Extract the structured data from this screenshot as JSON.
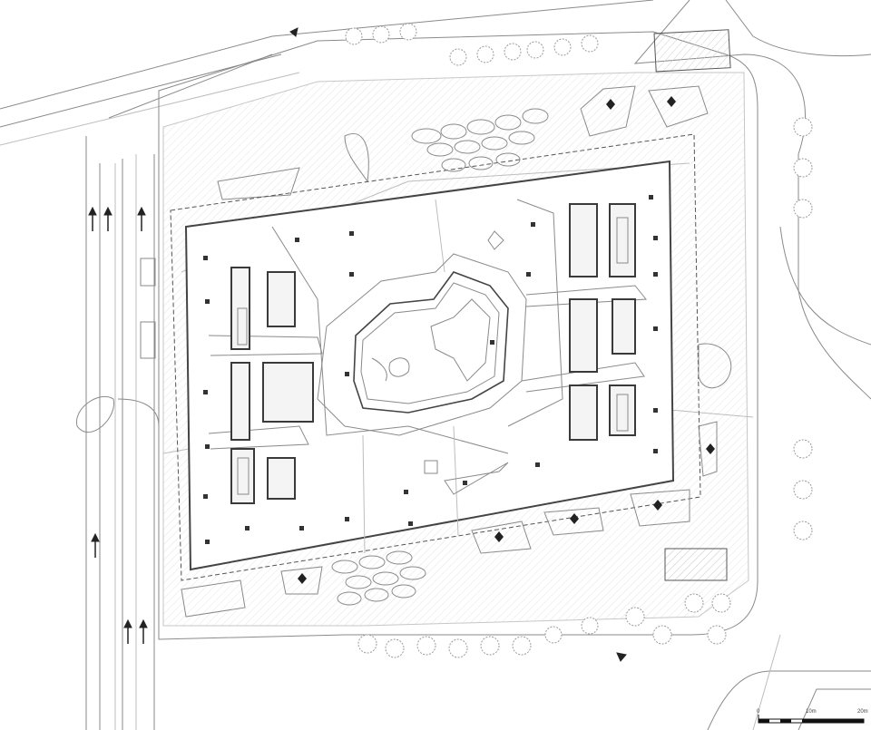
{
  "scale_bar": {
    "labels": [
      "0",
      "10m",
      "20m"
    ]
  },
  "colors": {
    "line": "#8a8a8a",
    "wall": "#3a3a3a",
    "background": "#ffffff"
  }
}
